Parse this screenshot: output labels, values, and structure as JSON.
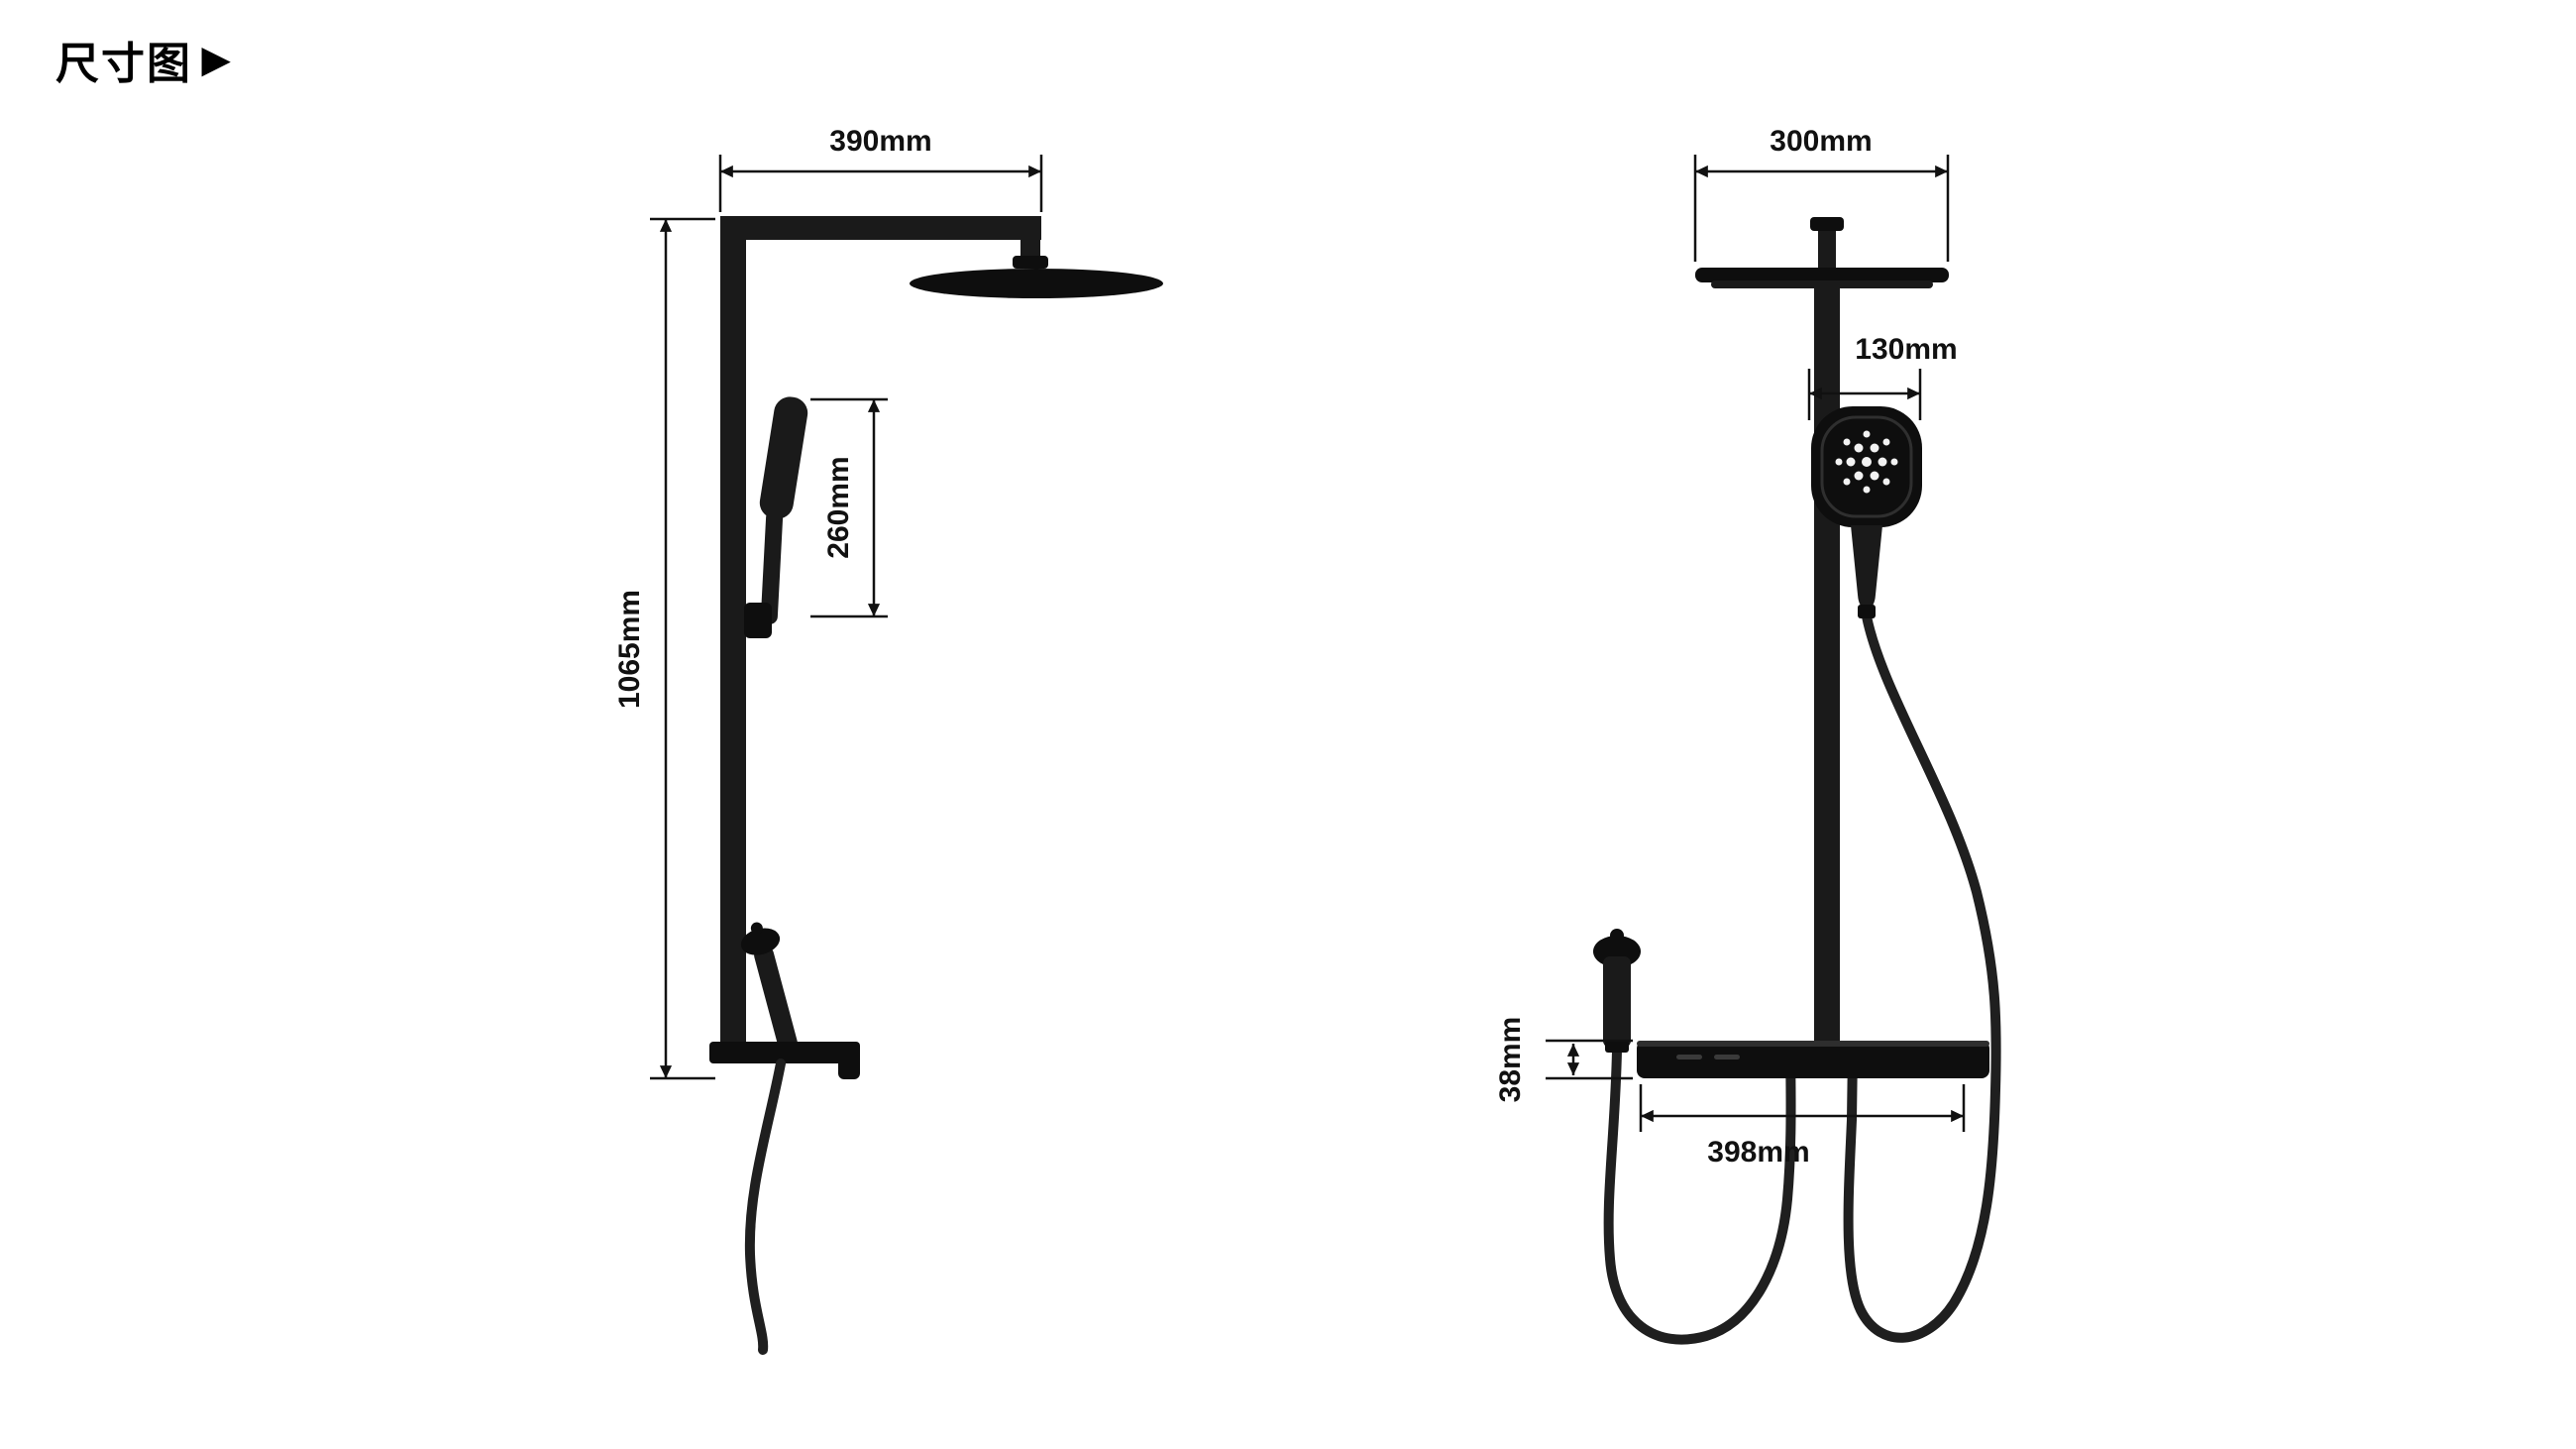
{
  "title": {
    "text": "尺寸图",
    "arrow": "▶"
  },
  "side_view": {
    "top_width": "390mm",
    "column_height": "1065mm",
    "hand_shower_length": "260mm"
  },
  "front_view": {
    "top_width": "300mm",
    "hand_shower_width": "130mm",
    "shelf_thickness": "38mm",
    "shelf_width": "398mm"
  },
  "colors": {
    "fixture": "#1a1a1a",
    "dimension": "#111111",
    "background": "#ffffff"
  }
}
